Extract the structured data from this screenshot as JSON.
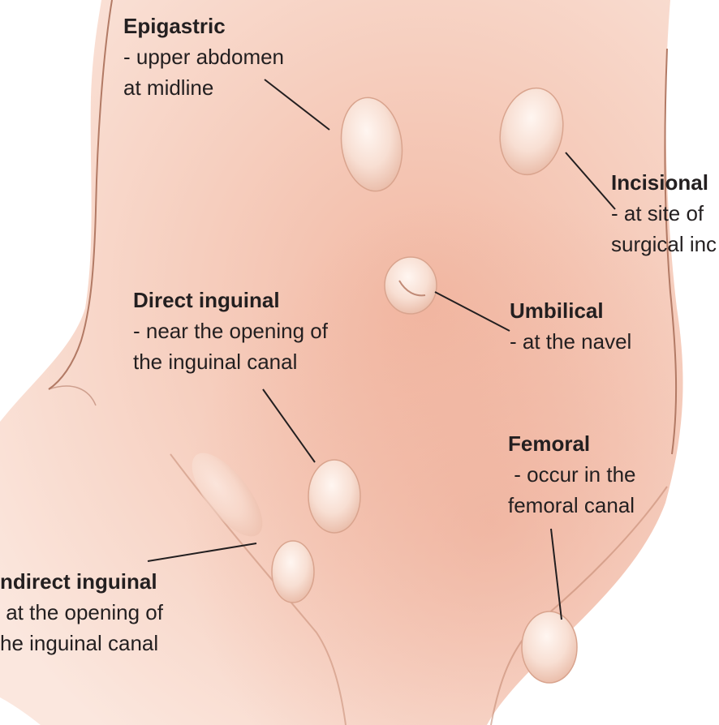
{
  "colors": {
    "skin_light": "#fbe9e1",
    "skin_mid": "#f5cbb9",
    "skin_deep": "#eaa992",
    "outline": "#b27a65",
    "hernia_fill": "#f7d9cc",
    "hernia_highlight": "#fff4ee",
    "leader_line": "#231f20",
    "text": "#231f20"
  },
  "labels": {
    "epigastric": {
      "title": "Epigastric",
      "lines": [
        "- upper abdomen",
        "at midline"
      ]
    },
    "incisional": {
      "title": "Incisional",
      "lines": [
        "- at site of",
        "surgical inc"
      ]
    },
    "direct_inguinal": {
      "title": "Direct inguinal",
      "lines": [
        "- near the opening of",
        "the inguinal canal"
      ]
    },
    "umbilical": {
      "title": "Umbilical",
      "lines": [
        "- at the navel"
      ]
    },
    "femoral": {
      "title": "Femoral",
      "lines": [
        " - occur in the",
        "femoral canal"
      ]
    },
    "indirect_inguinal": {
      "title": "ndirect inguinal",
      "lines": [
        " at the opening of",
        "he inguinal canal"
      ]
    }
  }
}
